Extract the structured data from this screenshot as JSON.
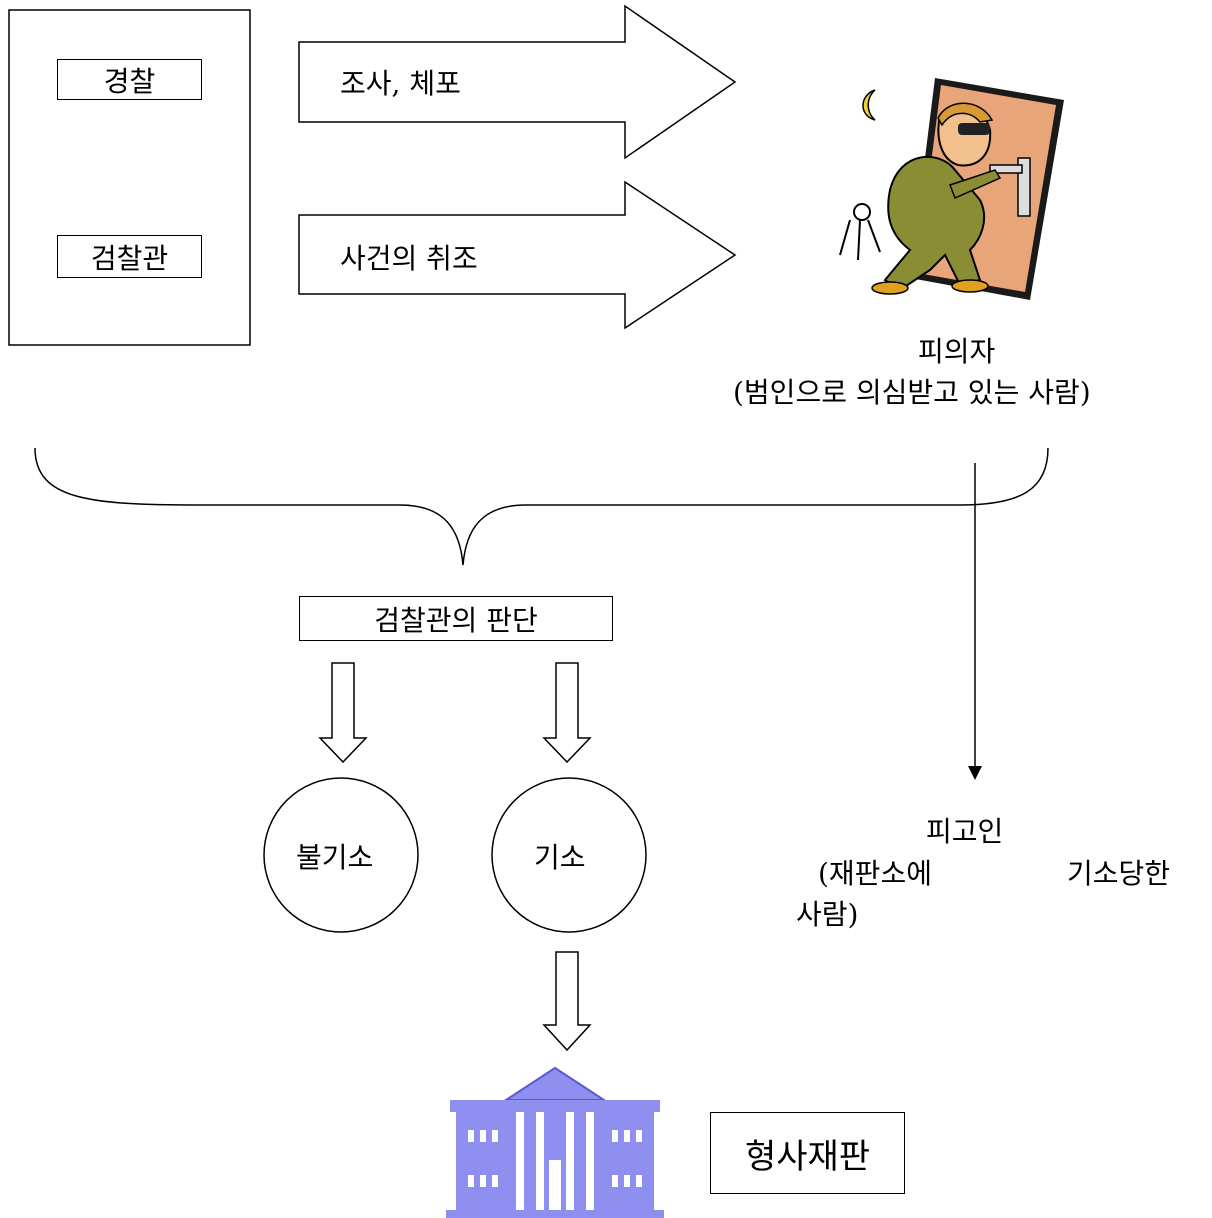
{
  "actors": {
    "police_label": "경찰",
    "prosecutor_label": "검찰관"
  },
  "actions": {
    "investigate_arrest": "조사, 체포",
    "case_interrogation": "사건의 취조"
  },
  "suspect": {
    "title": "피의자",
    "description": "(범인으로 의심받고 있는 사람)"
  },
  "decision": {
    "label": "검찰관의 판단"
  },
  "outcomes": {
    "non_indictment": "불기소",
    "indictment": "기소"
  },
  "defendant": {
    "title": "피고인",
    "description_part1": "(재판소에",
    "description_part2": "기소당한",
    "description_part3": "사람)"
  },
  "trial": {
    "label": "형사재판"
  },
  "icons": {
    "suspect_illustration": "burglar-at-door-icon",
    "court_illustration": "courthouse-icon"
  },
  "colors": {
    "courthouse": "#8f8ff0"
  }
}
